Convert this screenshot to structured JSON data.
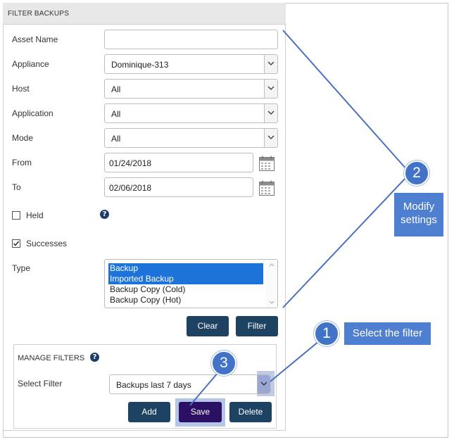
{
  "panel": {
    "title": "FILTER BACKUPS",
    "fields": {
      "asset_name": {
        "label": "Asset Name",
        "value": ""
      },
      "appliance": {
        "label": "Appliance",
        "value": "Dominique-313"
      },
      "host": {
        "label": "Host",
        "value": "All"
      },
      "application": {
        "label": "Application",
        "value": "All"
      },
      "mode": {
        "label": "Mode",
        "value": "All"
      },
      "from": {
        "label": "From",
        "value": "01/24/2018"
      },
      "to": {
        "label": "To",
        "value": "02/06/2018"
      }
    },
    "held": {
      "label": "Held",
      "checked": false
    },
    "successes": {
      "label": "Successes",
      "checked": true
    },
    "type": {
      "label": "Type",
      "options": [
        {
          "label": "Backup",
          "selected": true
        },
        {
          "label": "Imported Backup",
          "selected": true
        },
        {
          "label": "Backup Copy (Cold)",
          "selected": false
        },
        {
          "label": "Backup Copy (Hot)",
          "selected": false
        }
      ]
    },
    "buttons": {
      "clear": "Clear",
      "filter": "Filter"
    }
  },
  "manage": {
    "title": "MANAGE FILTERS",
    "select_label": "Select Filter",
    "select_value": "Backups last 7 days",
    "buttons": {
      "add": "Add",
      "save": "Save",
      "delete": "Delete"
    }
  },
  "callouts": {
    "c1": {
      "number": "1",
      "text": "Select the filter"
    },
    "c2": {
      "number": "2",
      "text_line1": "Modify",
      "text_line2": "settings"
    },
    "c3": {
      "number": "3"
    }
  },
  "icons": {
    "help": "question-circle-icon",
    "calendar": "calendar-icon",
    "dropdown": "chevron-down-icon",
    "check": "checkmark-icon"
  },
  "colors": {
    "button": "#1d4262",
    "save_button": "#2a0f63",
    "selection": "#1e73d8",
    "callout": "#4373c7",
    "connector": "#4a70c2"
  }
}
